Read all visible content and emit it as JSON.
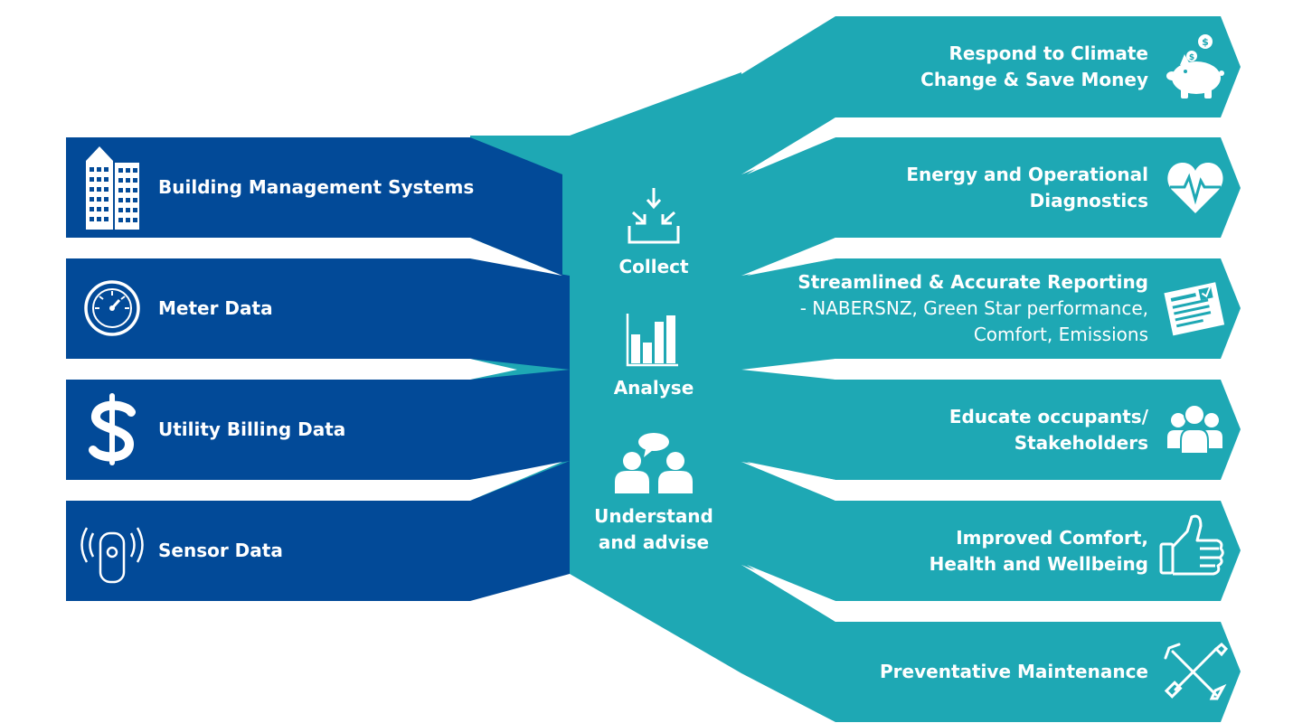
{
  "colors": {
    "left_blue": "#024a98",
    "right_teal": "#1ea8b4",
    "white": "#ffffff"
  },
  "inputs": [
    {
      "label": "Building Management Systems",
      "icon": "building-icon"
    },
    {
      "label": "Meter Data",
      "icon": "gauge-icon"
    },
    {
      "label": "Utility Billing Data",
      "icon": "dollar-icon"
    },
    {
      "label": "Sensor Data",
      "icon": "sensor-icon"
    }
  ],
  "process": [
    {
      "label": "Collect",
      "icon": "collect-icon"
    },
    {
      "label": "Analyse",
      "icon": "bar-chart-icon"
    },
    {
      "label": "Understand",
      "label2": "and advise",
      "icon": "people-speech-icon"
    }
  ],
  "outcomes": [
    {
      "line1": "Respond to Climate",
      "line2": "Change & Save Money",
      "icon": "piggy-bank-icon"
    },
    {
      "line1": "Energy and Operational",
      "line2": "Diagnostics",
      "icon": "heart-pulse-icon"
    },
    {
      "line1": "Streamlined & Accurate Reporting",
      "line2": "- NABERSNZ, Green Star performance,",
      "line3": "Comfort, Emissions",
      "icon": "report-icon"
    },
    {
      "line1": "Educate occupants/",
      "line2": "Stakeholders",
      "icon": "group-icon"
    },
    {
      "line1": "Improved Comfort,",
      "line2": "Health and Wellbeing",
      "icon": "thumbs-up-icon"
    },
    {
      "line1": "Preventative Maintenance",
      "icon": "tools-icon"
    }
  ]
}
